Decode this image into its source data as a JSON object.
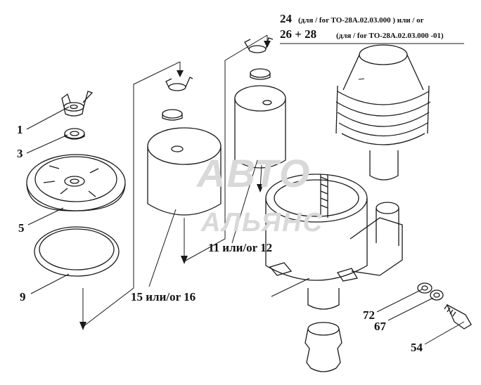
{
  "watermark": {
    "line1": "АВТО",
    "line2": "АЛЬЯНС"
  },
  "labels": {
    "p1": "1",
    "p3": "3",
    "p5": "5",
    "p9": "9",
    "p15_16": "15 или/or 16",
    "p11_12": "11 или/or 12",
    "p72": "72",
    "p67": "67",
    "p54": "54",
    "header_24": "24",
    "header_24_note": "(для / for ТО-28А.02.03.000 ) или / or",
    "header_26_28": "26 + 28",
    "header_26_28_note": "(для / for ТО-28А.02.03.000 -01)"
  },
  "colors": {
    "line": "#1a1a1a",
    "watermark": "#d9d9d9",
    "background": "#ffffff"
  }
}
